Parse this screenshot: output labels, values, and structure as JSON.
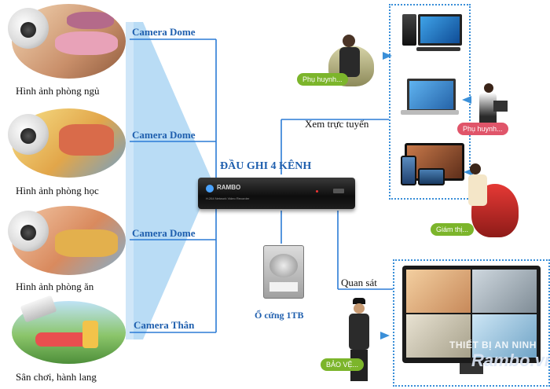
{
  "cameras": [
    {
      "type_label": "Camera Dome",
      "caption": "Hình ảnh phòng ngủ"
    },
    {
      "type_label": "Camera Dome",
      "caption": "Hình ảnh phòng học"
    },
    {
      "type_label": "Camera Dome",
      "caption": "Hình ảnh phòng ăn"
    },
    {
      "type_label": "Camera Thân",
      "caption": "Sân chơi, hành lang"
    }
  ],
  "dvr": {
    "title": "ĐẦU GHI 4 KÊNH",
    "brand": "RAMBO",
    "model": "H.264 Network Video Recorder"
  },
  "hdd": {
    "label": "Ổ cứng 1TB"
  },
  "online": {
    "label": "Xem trực tuyến"
  },
  "monitor": {
    "label": "Quan sát"
  },
  "people": {
    "parent1": "Phụ huynh...",
    "parent2": "Phụ huynh...",
    "supervisor": "Giám thị...",
    "guard": "BẢO VỆ..."
  },
  "watermark": {
    "line1": "THIẾT BỊ AN NINH",
    "line2": "Rambo.vn"
  },
  "colors": {
    "accent": "#1f5fae",
    "line": "#2b7bd6",
    "green_tag": "#7cb52b",
    "pink_tag": "#e0556a"
  }
}
